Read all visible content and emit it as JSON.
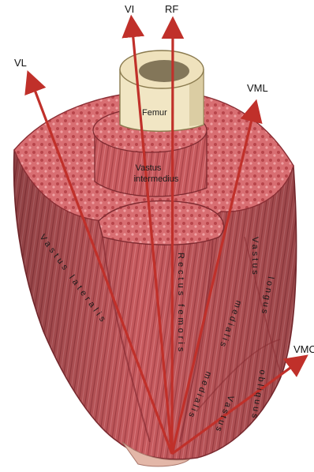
{
  "colors": {
    "muscle": "#c85a5e",
    "muscle_dark": "#8e2f34",
    "muscle_light": "#e58a8a",
    "bone": "#f1e6c4",
    "bone_shadow": "#cdbd8e",
    "arrow": "#c0302a"
  },
  "arrows": {
    "vl": "VL",
    "vi": "VI",
    "rf": "RF",
    "vml": "VML",
    "vmo": "VMO"
  },
  "structures": {
    "femur": "Femur",
    "vastus_intermedius": [
      "Vastus",
      "intermedius"
    ],
    "vastus_lateralis": "Vastus lateralis",
    "rectus_femoris": "Rectus femoris",
    "vastus_medialis_longus": [
      "Vastus",
      "medialis",
      "longus"
    ],
    "vastus_medialis_obliquus": [
      "Vastus",
      "medialis",
      "obliquus"
    ]
  }
}
